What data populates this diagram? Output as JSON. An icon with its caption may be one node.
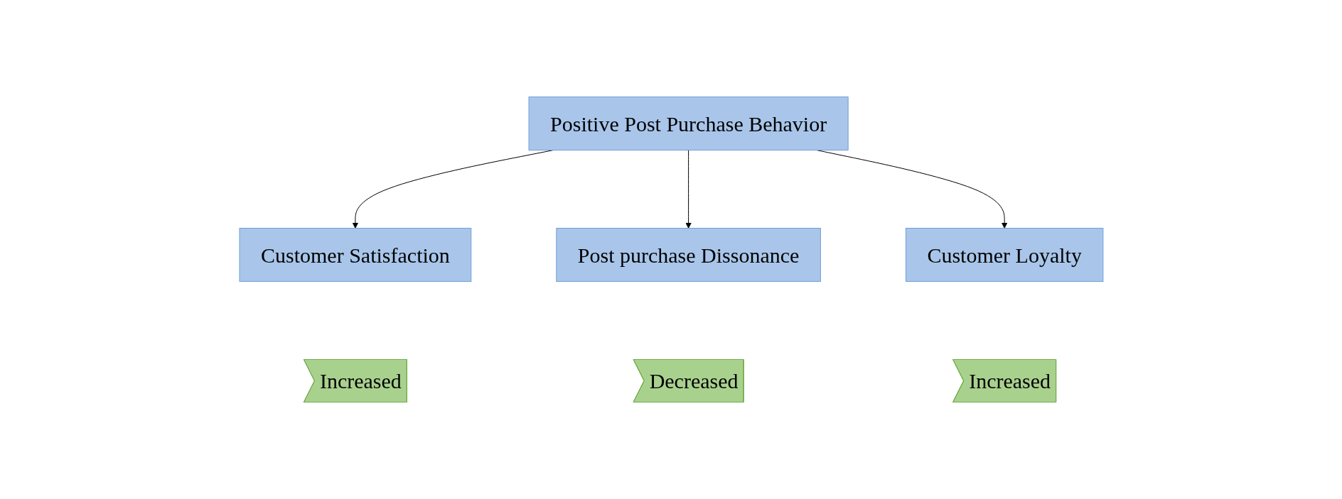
{
  "diagram": {
    "nodes": [
      {
        "text": [
          "Positive Post Purchase Behavior"
        ]
      },
      {
        "text": [
          "Customer Satisfaction"
        ]
      },
      {
        "text": [
          "Post purchase Dissonance"
        ]
      },
      {
        "text": [
          "Customer Loyalty"
        ]
      },
      {
        "text": [
          "Increased"
        ]
      },
      {
        "text": [
          "Decreased"
        ]
      },
      {
        "text": [
          "Increased"
        ]
      }
    ],
    "edges": [
      {
        "from": 0,
        "to": 1,
        "arrow": "to"
      },
      {
        "from": 0,
        "to": 2,
        "arrow": "to"
      },
      {
        "from": 0,
        "to": 3,
        "arrow": "to"
      }
    ]
  }
}
